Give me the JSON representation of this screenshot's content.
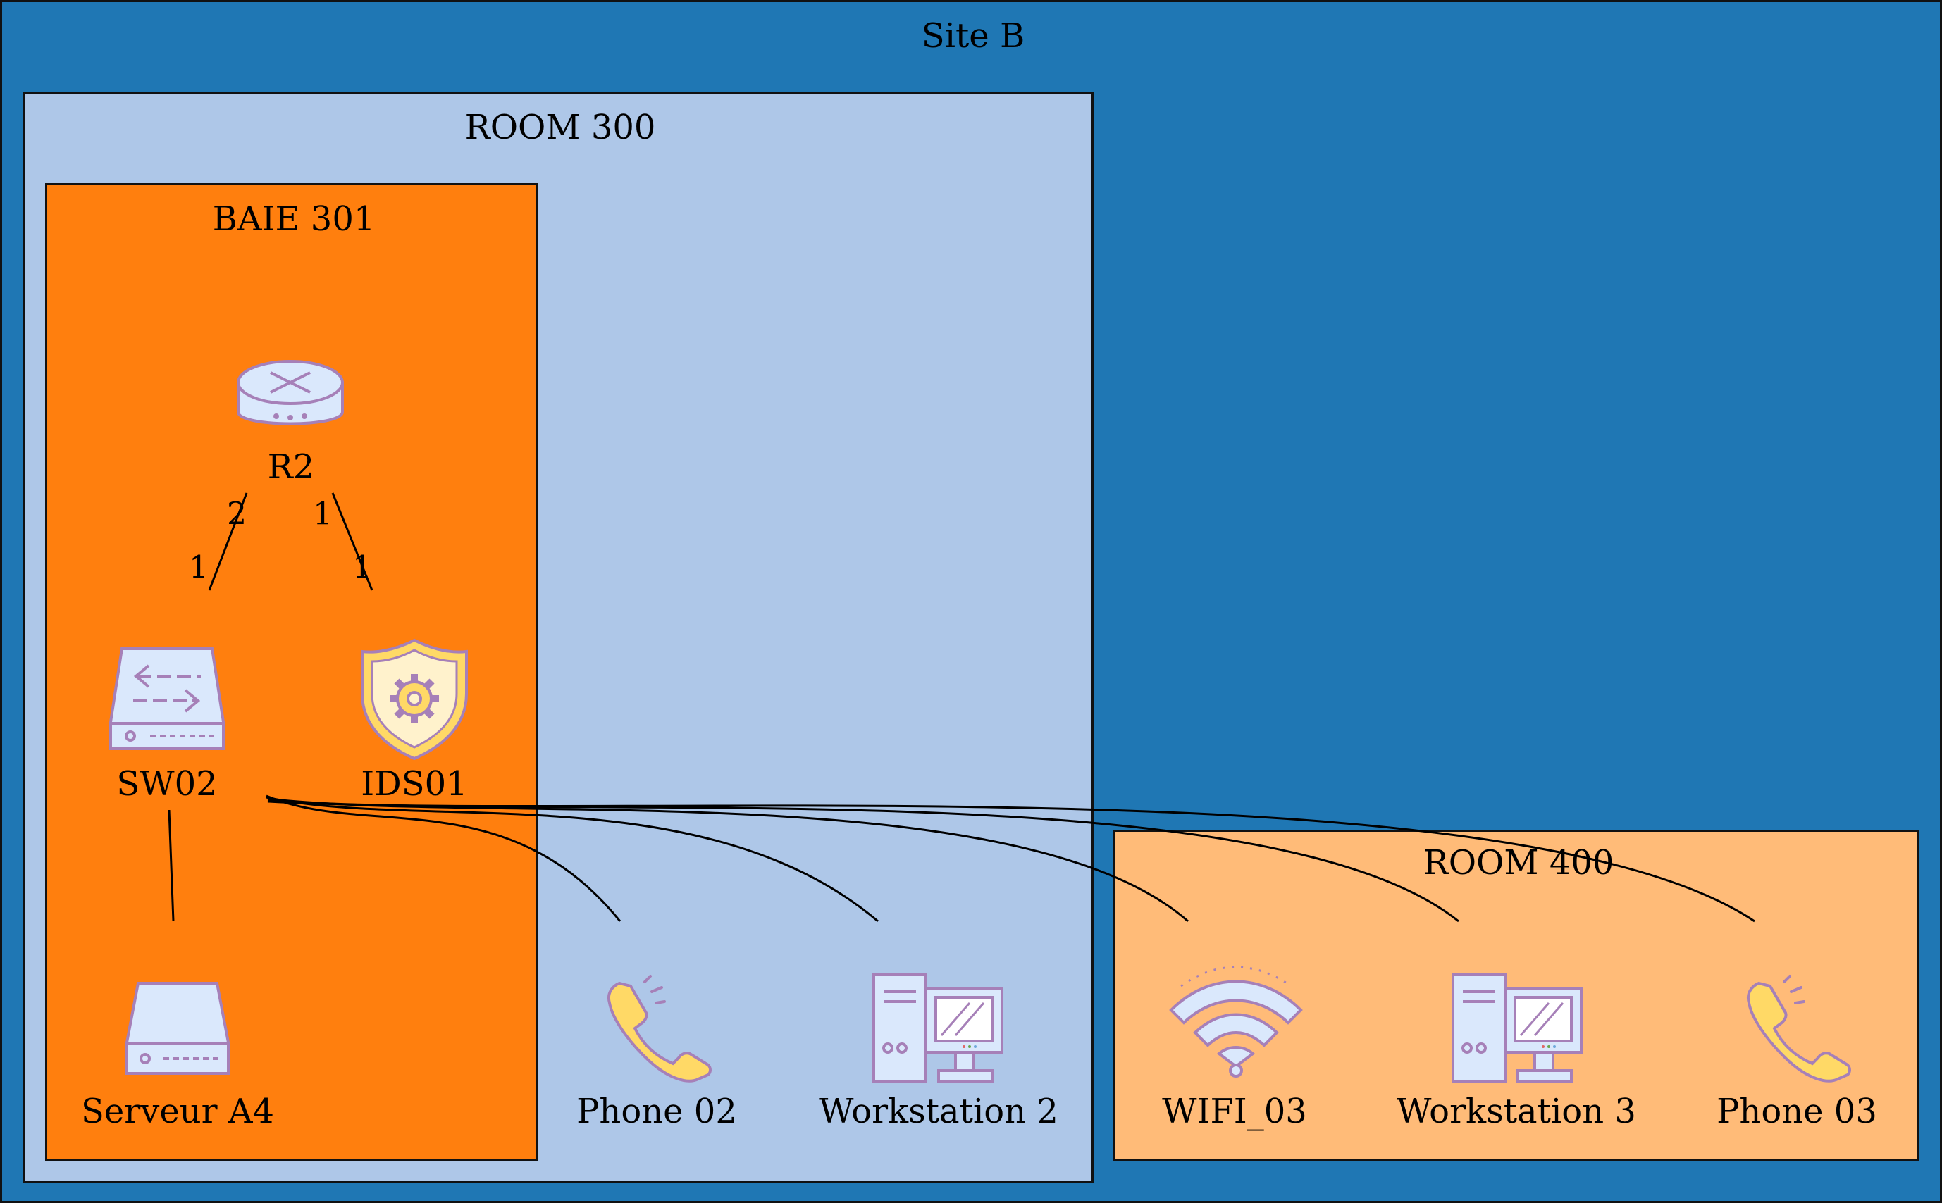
{
  "site": {
    "title": "Site B"
  },
  "rooms": {
    "room_300": {
      "title": "ROOM 300"
    },
    "baie_301": {
      "title": "BAIE 301"
    },
    "room_400": {
      "title": "ROOM 400"
    }
  },
  "nodes": {
    "r2": {
      "label": "R2",
      "icon": "router-icon"
    },
    "sw02": {
      "label": "SW02",
      "icon": "switch-icon"
    },
    "ids01": {
      "label": "IDS01",
      "icon": "shield-gear-icon"
    },
    "serveur_a4": {
      "label": "Serveur A4",
      "icon": "server-icon"
    },
    "phone_02": {
      "label": "Phone 02",
      "icon": "phone-icon"
    },
    "workstation_2": {
      "label": "Workstation 2",
      "icon": "workstation-icon"
    },
    "wifi_03": {
      "label": "WIFI_03",
      "icon": "wifi-icon"
    },
    "workstation_3": {
      "label": "Workstation 3",
      "icon": "workstation-icon"
    },
    "phone_03": {
      "label": "Phone 03",
      "icon": "phone-icon"
    }
  },
  "links": {
    "r2_sw02": {
      "from": "R2",
      "to": "SW02",
      "source_port": "2",
      "target_port": "1"
    },
    "r2_ids01": {
      "from": "R2",
      "to": "IDS01",
      "source_port": "1",
      "target_port": "1"
    }
  },
  "colors": {
    "site": "#1f77b4",
    "room_300": "#aec7e8",
    "baie_301": "#ff7f0e",
    "room_400": "#ffbb78",
    "icon_stroke": "#a680b8",
    "icon_fill": "#dae8fc",
    "icon_accent": "#ffd966"
  }
}
